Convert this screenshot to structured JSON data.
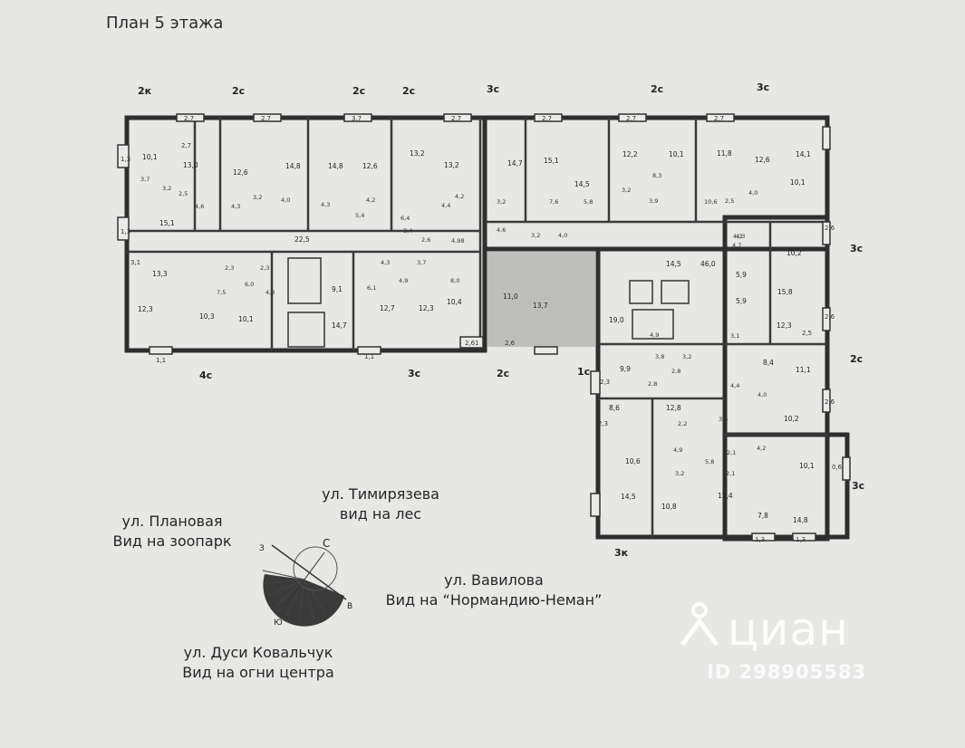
{
  "title": "План 5 этажа",
  "apartment_types": {
    "top": [
      "2к",
      "2с",
      "2с",
      "2с",
      "3с",
      "2с",
      "3с"
    ],
    "right": [
      "3с",
      "2с",
      "3с"
    ],
    "bottom": [
      "4с",
      "3с",
      "2с",
      "1с",
      "3к"
    ]
  },
  "room_areas": {
    "balconies": [
      "2,7",
      "2,7",
      "3,7",
      "2,7",
      "2,7",
      "2,7",
      "2,7",
      "2,7",
      "1,3",
      "1,3",
      "1,1",
      "1,1",
      "1,3",
      "1,3",
      "2,61",
      "2,6",
      "2,6",
      "2,6",
      "2,6",
      "2,5",
      "2,3",
      "2,3",
      "3,1",
      "0,6"
    ],
    "rooms": [
      "10,1",
      "13,0",
      "12,6",
      "14,8",
      "14,8",
      "12,6",
      "13,2",
      "13,2",
      "14,7",
      "15,1",
      "14,5",
      "12,2",
      "10,1",
      "11,8",
      "12,6",
      "14,1",
      "10,1",
      "15,1",
      "22,5",
      "13,3",
      "12,3",
      "10,3",
      "10,1",
      "9,1",
      "14,7",
      "12,7",
      "12,3",
      "10,4",
      "11,0",
      "13,7",
      "14,5",
      "46,0",
      "5,9",
      "10,2",
      "15,8",
      "5,9",
      "12,3",
      "19,0",
      "9,9",
      "8,6",
      "12,8",
      "10,6",
      "14,5",
      "10,8",
      "12,4",
      "7,8",
      "14,8",
      "8,4",
      "11,1",
      "10,2",
      "10,1"
    ],
    "small": [
      "3,7",
      "3,2",
      "2,5",
      "4,6",
      "4,3",
      "3,2",
      "4,0",
      "4,2",
      "4,3",
      "5,4",
      "6,4",
      "4,4",
      "4,2",
      "3,2",
      "7,6",
      "5,8",
      "3,2",
      "8,3",
      "3,9",
      "10,6",
      "2,5",
      "4,0",
      "3,4",
      "2,6",
      "4,98",
      "4,6",
      "3,2",
      "4,0",
      "2,3",
      "2,3",
      "6,0",
      "4,3",
      "7,5",
      "4,3",
      "3,7",
      "6,1",
      "4,9",
      "8,0",
      "4,3",
      "3,1",
      "3,8",
      "2,8",
      "3,2",
      "2,8",
      "2,2",
      "4,9",
      "3,2",
      "5,8",
      "4,2",
      "3,6",
      "4,0",
      "4,4",
      "4,9",
      "2,1",
      "2,1",
      "4,3",
      "4,7"
    ]
  },
  "streets": {
    "north": {
      "name": "ул. Тимирязева",
      "view": "вид на лес"
    },
    "west": {
      "name": "ул. Плановая",
      "view": "Вид на зоопарк"
    },
    "east": {
      "name": "ул. Вавилова",
      "view": "Вид на “Нормандию-Неман”"
    },
    "south": {
      "name": "ул. Дуси Ковальчук",
      "view": "Вид на огни центра"
    }
  },
  "compass": {
    "n": "С",
    "e": "В",
    "s": "Ю",
    "w": "З"
  },
  "watermark": {
    "brand": "циан",
    "id": "ID 298905583"
  },
  "colors": {
    "wall": "#2e2e2e",
    "paper": "#e7e7e5",
    "highlight": "#9c9c9c"
  }
}
